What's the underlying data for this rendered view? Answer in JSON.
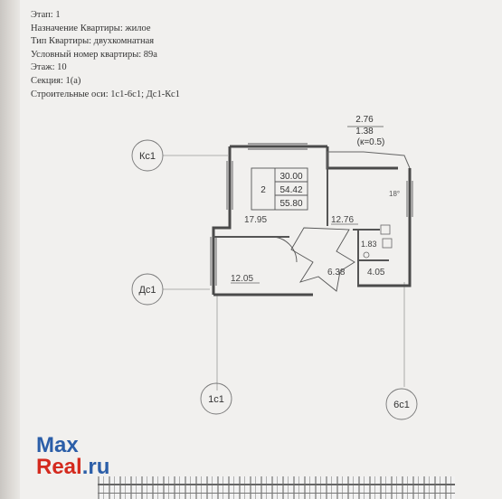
{
  "info_lines": [
    "Этап: 1",
    "Назначение Квартиры:  жилое",
    "Тип Квартиры: двухкомнатная",
    "Условный номер квартиры: 89а",
    "Этаж: 10",
    "Секция: 1(а)",
    "Строительные оси: 1с1-6с1; Дс1-Кс1"
  ],
  "axes": {
    "kc1": "Кс1",
    "dc1": "Дс1",
    "c1_1": "1с1",
    "c1_6": "6с1"
  },
  "balcony": {
    "area": "2.76",
    "reduced": "1.38",
    "coef": "(к=0.5)"
  },
  "summary": {
    "rooms": "2",
    "living": "30.00",
    "total": "54.42",
    "with_balcony": "55.80"
  },
  "rooms": {
    "room_big": "17.95",
    "kitchen": "12.76",
    "room_small": "12.05",
    "hall": "6.38",
    "bath": "4.05",
    "wc": "1.83"
  },
  "fixture_label": "18°",
  "watermark": {
    "line1": "Max",
    "line2a": "Real",
    "line2b": ".ru"
  }
}
